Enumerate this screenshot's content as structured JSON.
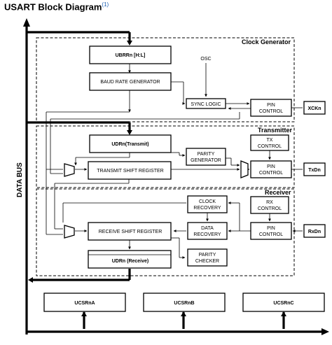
{
  "title": "USART Block Diagram",
  "footnote_ref": "(1)",
  "data_bus_label": "DATA BUS",
  "sections": {
    "clock_generator": "Clock Generator",
    "transmitter": "Transmitter",
    "receiver": "Receiver"
  },
  "blocks": {
    "ubrr": "UBRRn [H:L]",
    "baud_rate_generator": "BAUD RATE GENERATOR",
    "osc": "OSC",
    "sync_logic": "SYNC LOGIC",
    "pin_control_label": "PIN",
    "pin_control_label2": "CONTROL",
    "udr_transmit": "UDRn(Transmit)",
    "parity_generator_1": "PARITY",
    "parity_generator_2": "GENERATOR",
    "tx_control_1": "TX",
    "tx_control_2": "CONTROL",
    "transmit_shift_register": "TRANSMIT SHIFT REGISTER",
    "clock_recovery_1": "CLOCK",
    "clock_recovery_2": "RECOVERY",
    "rx_control_1": "RX",
    "rx_control_2": "CONTROL",
    "receive_shift_register": "RECEIVE SHIFT REGISTER",
    "data_recovery_1": "DATA",
    "data_recovery_2": "RECOVERY",
    "udr_receive": "UDRn (Receive)",
    "parity_checker_1": "PARITY",
    "parity_checker_2": "CHECKER",
    "ucsra": "UCSRnA",
    "ucsrb": "UCSRnB",
    "ucsrc": "UCSRnC"
  },
  "pins": {
    "xck": "XCKn",
    "txd": "TxDn",
    "rxd": "RxDn"
  }
}
